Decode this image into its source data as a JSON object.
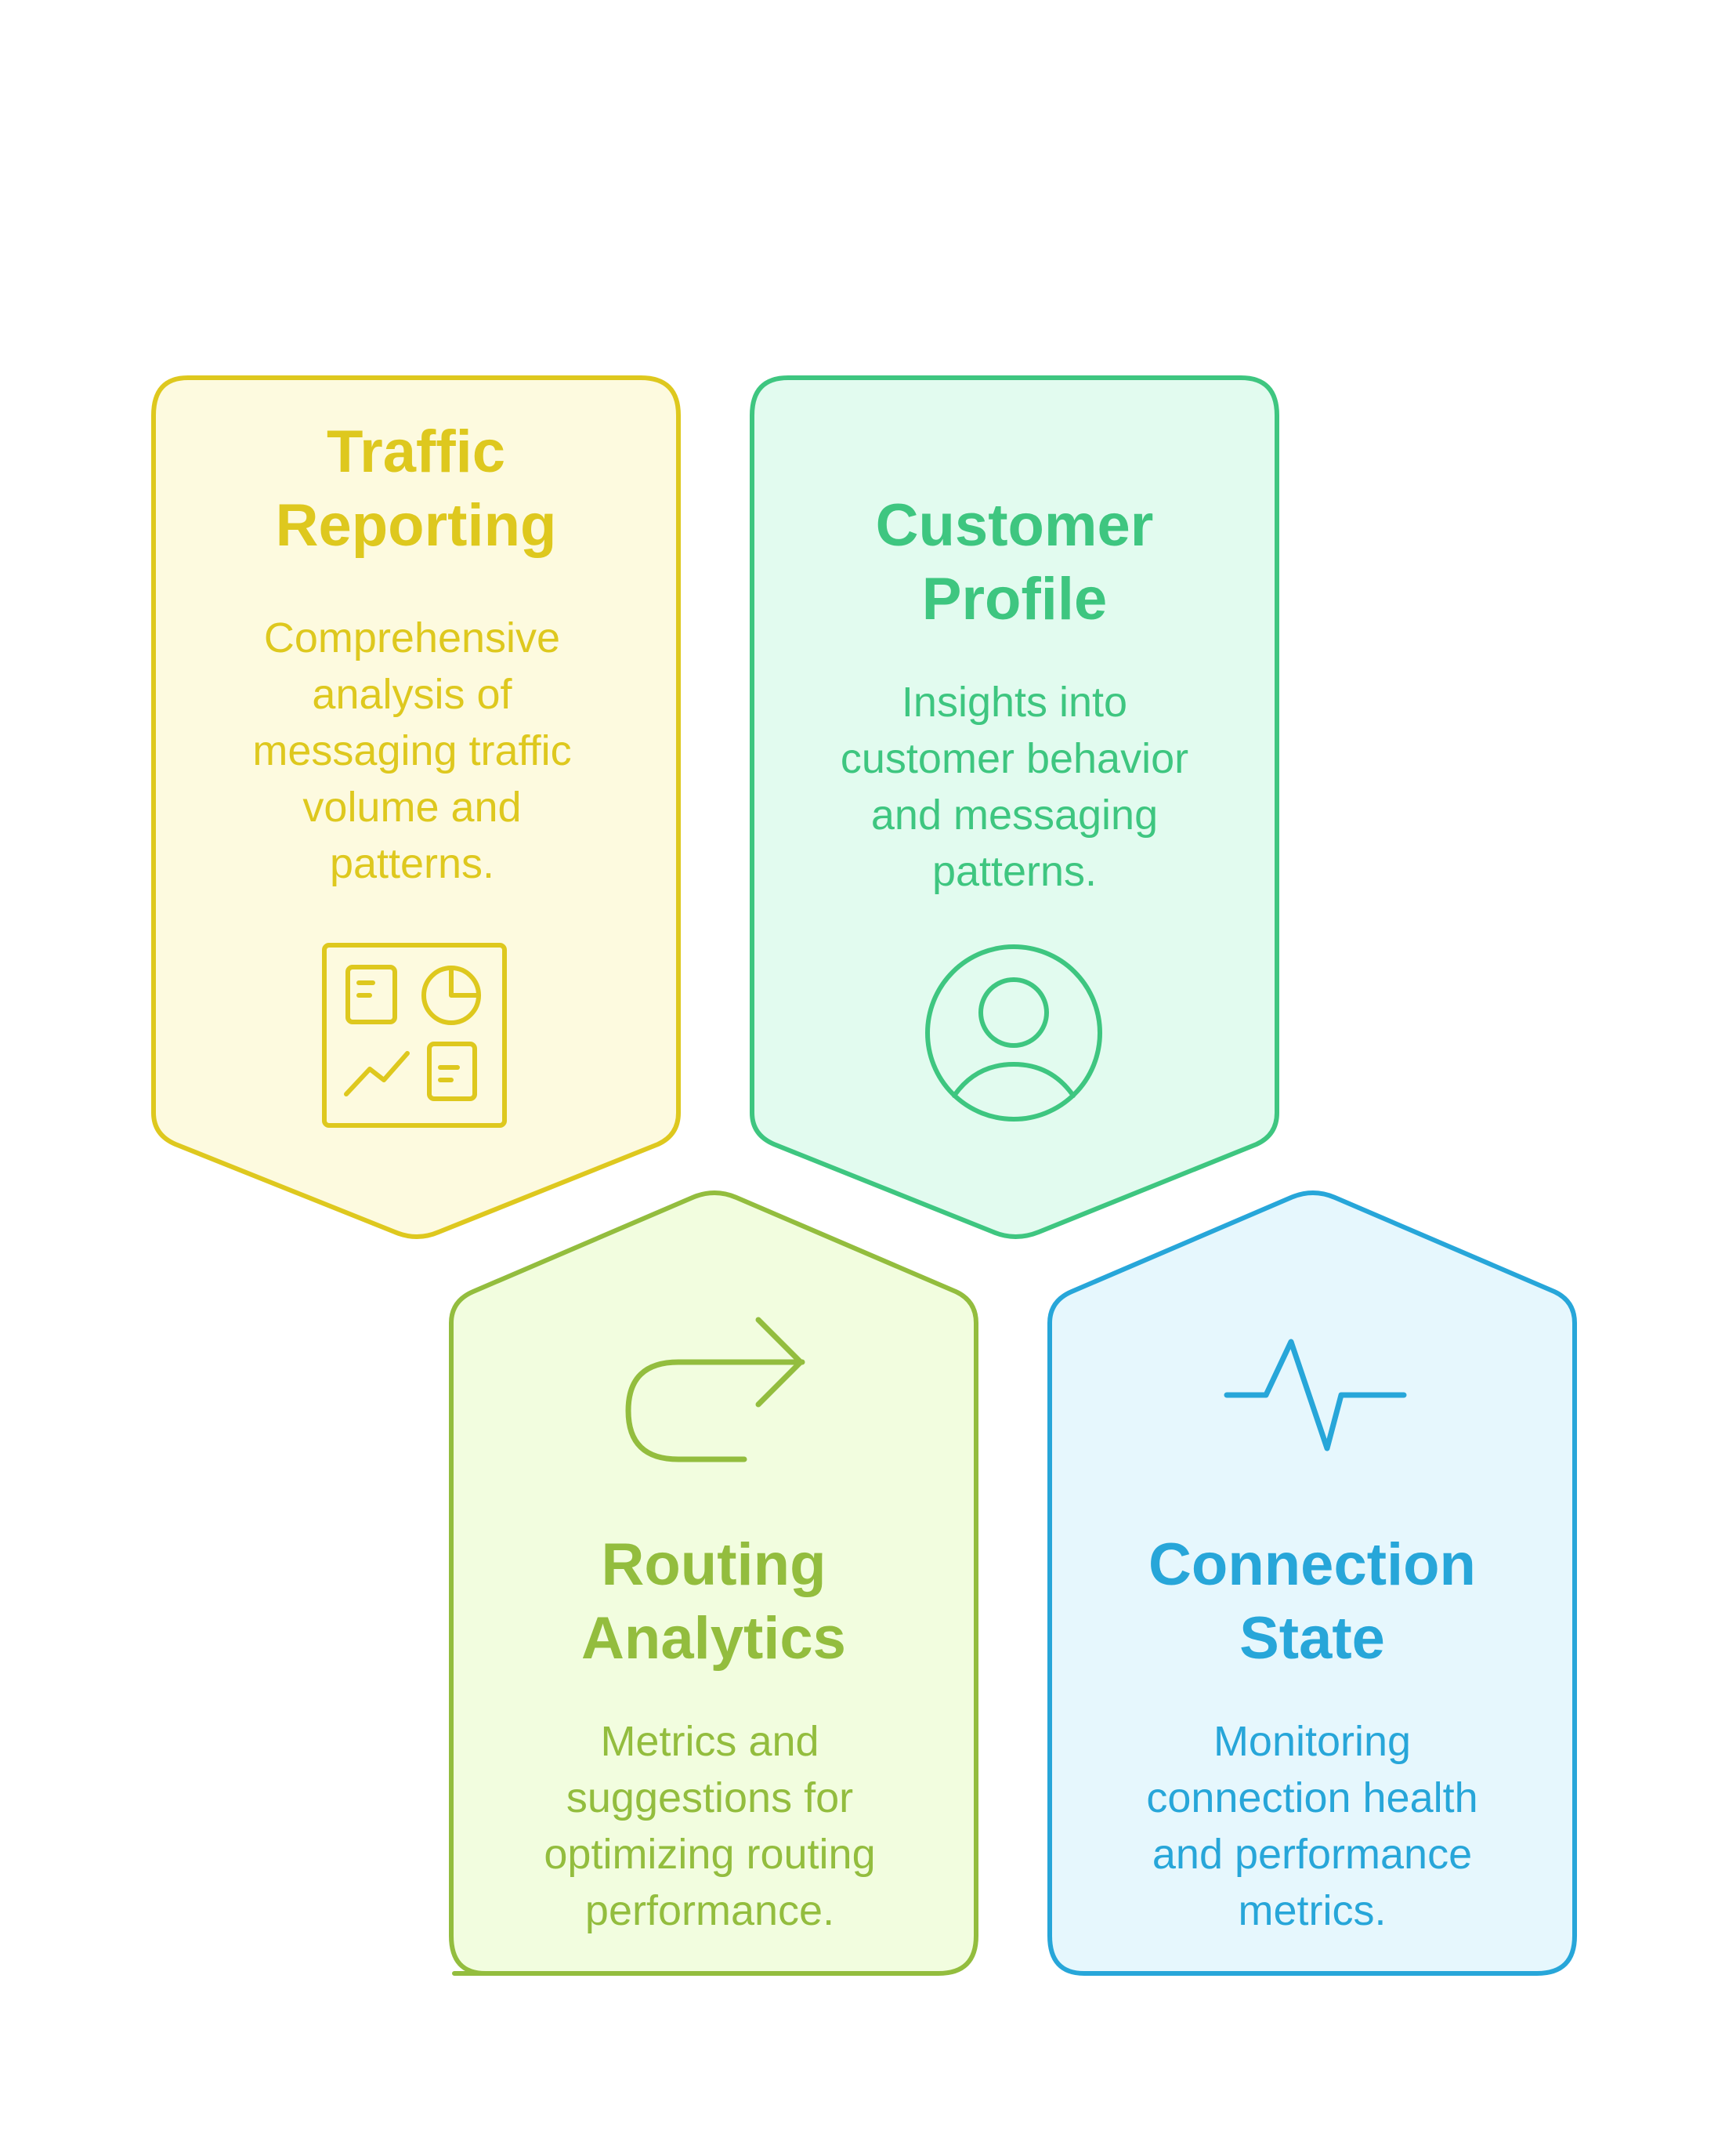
{
  "cards": [
    {
      "title_line1": "Traffic",
      "title_line2": "Reporting",
      "desc": [
        "Comprehensive",
        "analysis of",
        "messaging traffic",
        "volume and",
        "patterns."
      ],
      "icon": "dashboard-icon",
      "stroke": "#DEC81E",
      "fill": "#FDFADF"
    },
    {
      "title_line1": "Customer",
      "title_line2": "Profile",
      "desc": [
        "Insights into",
        "customer behavior",
        "and messaging",
        "patterns."
      ],
      "icon": "user-avatar-icon",
      "stroke": "#3EC680",
      "fill": "#E2FBEF"
    },
    {
      "title_line1": "Routing",
      "title_line2": "Analytics",
      "desc": [
        "Metrics and",
        "suggestions for",
        "optimizing routing",
        "performance."
      ],
      "icon": "u-turn-arrow-icon",
      "stroke": "#93BD3E",
      "fill": "#F2FDDF"
    },
    {
      "title_line1": "Connection",
      "title_line2": "State",
      "desc": [
        "Monitoring",
        "connection health",
        "and performance",
        "metrics."
      ],
      "icon": "pulse-icon",
      "stroke": "#27A6D9",
      "fill": "#E6F7FD"
    }
  ]
}
